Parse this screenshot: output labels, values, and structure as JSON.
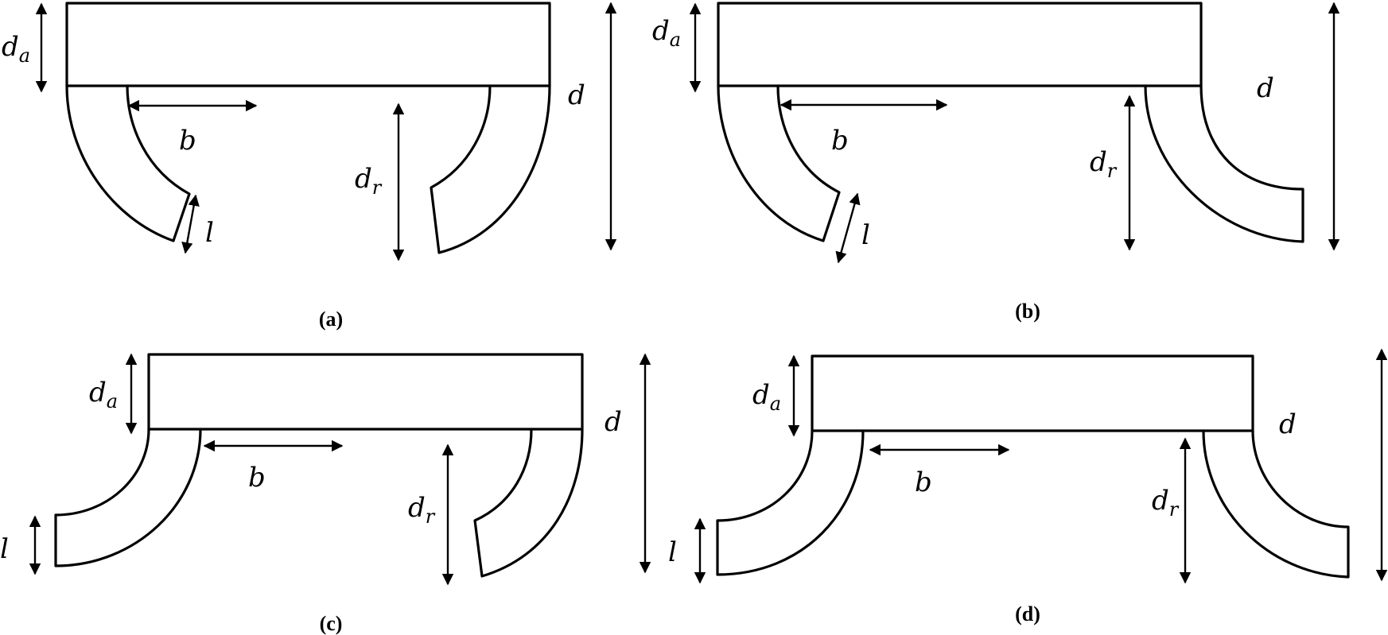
{
  "labels": {
    "d": "d",
    "d_base": "d",
    "a_sub": "a",
    "r_sub": "r",
    "b": "b",
    "l": "l"
  },
  "panels": [
    {
      "id": "a",
      "caption": "(a)"
    },
    {
      "id": "b",
      "caption": "(b)"
    },
    {
      "id": "c",
      "caption": "(c)"
    },
    {
      "id": "d",
      "caption": "(d)"
    }
  ],
  "colors": {
    "line": "#000000",
    "background": "#ffffff"
  }
}
